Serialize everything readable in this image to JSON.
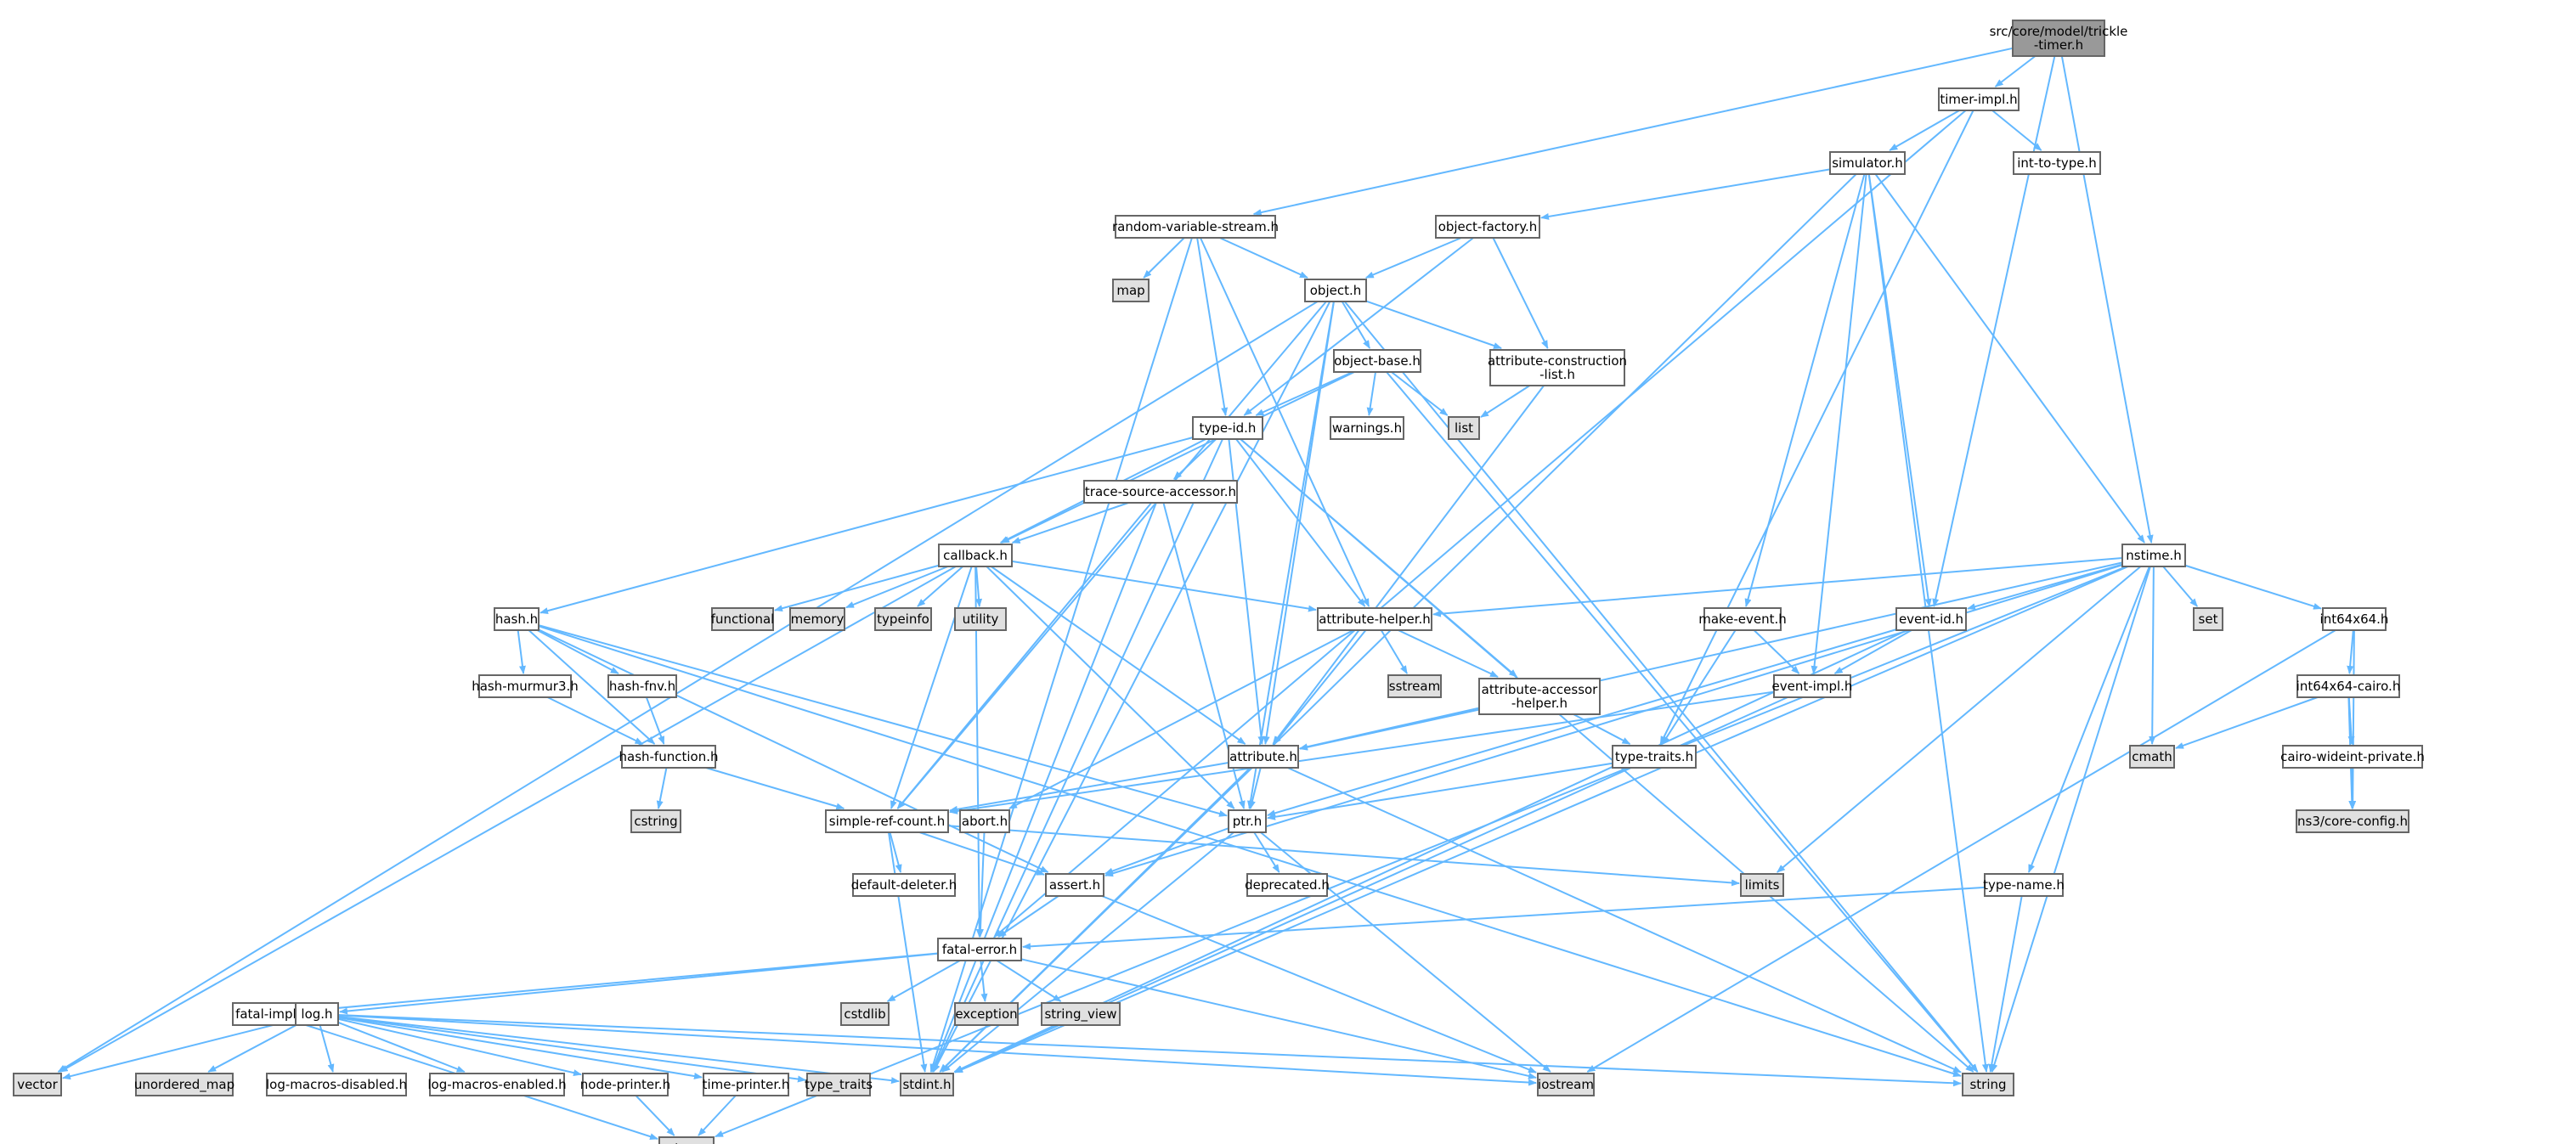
{
  "colors": {
    "edge": "#63b8ff",
    "node_fill": "#ffffff",
    "root_fill": "#999999",
    "system_fill": "#e0e0e0",
    "border": "#666666"
  },
  "nodes": [
    {
      "id": "root",
      "lines": [
        "src/core/model/trickle",
        "-timer.h"
      ],
      "kind": "root"
    },
    {
      "id": "timer_impl",
      "lines": [
        "timer-impl.h"
      ],
      "kind": "file"
    },
    {
      "id": "int_to_type",
      "lines": [
        "int-to-type.h"
      ],
      "kind": "file"
    },
    {
      "id": "simulator",
      "lines": [
        "simulator.h"
      ],
      "kind": "file"
    },
    {
      "id": "rvs",
      "lines": [
        "random-variable-stream.h"
      ],
      "kind": "file"
    },
    {
      "id": "object_factory",
      "lines": [
        "object-factory.h"
      ],
      "kind": "file"
    },
    {
      "id": "map",
      "lines": [
        "map"
      ],
      "kind": "system"
    },
    {
      "id": "object",
      "lines": [
        "object.h"
      ],
      "kind": "file"
    },
    {
      "id": "object_base",
      "lines": [
        "object-base.h"
      ],
      "kind": "file"
    },
    {
      "id": "acl",
      "lines": [
        "attribute-construction",
        "-list.h"
      ],
      "kind": "file"
    },
    {
      "id": "list",
      "lines": [
        "list"
      ],
      "kind": "system"
    },
    {
      "id": "warnings",
      "lines": [
        "warnings.h"
      ],
      "kind": "file"
    },
    {
      "id": "type_id",
      "lines": [
        "type-id.h"
      ],
      "kind": "file"
    },
    {
      "id": "tsa",
      "lines": [
        "trace-source-accessor.h"
      ],
      "kind": "file"
    },
    {
      "id": "callback",
      "lines": [
        "callback.h"
      ],
      "kind": "file"
    },
    {
      "id": "hash",
      "lines": [
        "hash.h"
      ],
      "kind": "file"
    },
    {
      "id": "functional",
      "lines": [
        "functional"
      ],
      "kind": "system"
    },
    {
      "id": "memory",
      "lines": [
        "memory"
      ],
      "kind": "system"
    },
    {
      "id": "typeinfo",
      "lines": [
        "typeinfo"
      ],
      "kind": "system"
    },
    {
      "id": "utility",
      "lines": [
        "utility"
      ],
      "kind": "system"
    },
    {
      "id": "attr_helper",
      "lines": [
        "attribute-helper.h"
      ],
      "kind": "file"
    },
    {
      "id": "sstream",
      "lines": [
        "sstream"
      ],
      "kind": "system"
    },
    {
      "id": "aah",
      "lines": [
        "attribute-accessor",
        "-helper.h"
      ],
      "kind": "file"
    },
    {
      "id": "nstime",
      "lines": [
        "nstime.h"
      ],
      "kind": "file"
    },
    {
      "id": "make_event",
      "lines": [
        "make-event.h"
      ],
      "kind": "file"
    },
    {
      "id": "event_id",
      "lines": [
        "event-id.h"
      ],
      "kind": "file"
    },
    {
      "id": "set",
      "lines": [
        "set"
      ],
      "kind": "system"
    },
    {
      "id": "int64x64",
      "lines": [
        "int64x64.h"
      ],
      "kind": "file"
    },
    {
      "id": "event_impl",
      "lines": [
        "event-impl.h"
      ],
      "kind": "file"
    },
    {
      "id": "int64x64_cairo",
      "lines": [
        "int64x64-cairo.h"
      ],
      "kind": "file"
    },
    {
      "id": "hash_murmur3",
      "lines": [
        "hash-murmur3.h"
      ],
      "kind": "file"
    },
    {
      "id": "hash_fnv",
      "lines": [
        "hash-fnv.h"
      ],
      "kind": "file"
    },
    {
      "id": "hash_function",
      "lines": [
        "hash-function.h"
      ],
      "kind": "file"
    },
    {
      "id": "cstring",
      "lines": [
        "cstring"
      ],
      "kind": "system"
    },
    {
      "id": "attribute",
      "lines": [
        "attribute.h"
      ],
      "kind": "file"
    },
    {
      "id": "type_traits_h",
      "lines": [
        "type-traits.h"
      ],
      "kind": "file"
    },
    {
      "id": "cmath",
      "lines": [
        "cmath"
      ],
      "kind": "system"
    },
    {
      "id": "cairo_wpriv",
      "lines": [
        "cairo-wideint-private.h"
      ],
      "kind": "file"
    },
    {
      "id": "ns3_config",
      "lines": [
        "ns3/core-config.h"
      ],
      "kind": "system"
    },
    {
      "id": "src",
      "lines": [
        "simple-ref-count.h"
      ],
      "kind": "file"
    },
    {
      "id": "abort",
      "lines": [
        "abort.h"
      ],
      "kind": "file"
    },
    {
      "id": "ptr",
      "lines": [
        "ptr.h"
      ],
      "kind": "file"
    },
    {
      "id": "limits",
      "lines": [
        "limits"
      ],
      "kind": "system"
    },
    {
      "id": "default_deleter",
      "lines": [
        "default-deleter.h"
      ],
      "kind": "file"
    },
    {
      "id": "assert",
      "lines": [
        "assert.h"
      ],
      "kind": "file"
    },
    {
      "id": "deprecated",
      "lines": [
        "deprecated.h"
      ],
      "kind": "file"
    },
    {
      "id": "type_name",
      "lines": [
        "type-name.h"
      ],
      "kind": "file"
    },
    {
      "id": "fatal_error",
      "lines": [
        "fatal-error.h"
      ],
      "kind": "file"
    },
    {
      "id": "fatal_impl",
      "lines": [
        "fatal-impl.h"
      ],
      "kind": "file"
    },
    {
      "id": "log",
      "lines": [
        "log.h"
      ],
      "kind": "file"
    },
    {
      "id": "cstdlib",
      "lines": [
        "cstdlib"
      ],
      "kind": "system"
    },
    {
      "id": "exception",
      "lines": [
        "exception"
      ],
      "kind": "system"
    },
    {
      "id": "string_view",
      "lines": [
        "string_view"
      ],
      "kind": "system"
    },
    {
      "id": "vector",
      "lines": [
        "vector"
      ],
      "kind": "system"
    },
    {
      "id": "unordered_map",
      "lines": [
        "unordered_map"
      ],
      "kind": "system"
    },
    {
      "id": "log_md",
      "lines": [
        "log-macros-disabled.h"
      ],
      "kind": "file"
    },
    {
      "id": "log_me",
      "lines": [
        "log-macros-enabled.h"
      ],
      "kind": "file"
    },
    {
      "id": "node_printer",
      "lines": [
        "node-printer.h"
      ],
      "kind": "file"
    },
    {
      "id": "time_printer",
      "lines": [
        "time-printer.h"
      ],
      "kind": "file"
    },
    {
      "id": "type_traits",
      "lines": [
        "type_traits"
      ],
      "kind": "system"
    },
    {
      "id": "stdint",
      "lines": [
        "stdint.h"
      ],
      "kind": "system"
    },
    {
      "id": "iostream",
      "lines": [
        "iostream"
      ],
      "kind": "system"
    },
    {
      "id": "string",
      "lines": [
        "string"
      ],
      "kind": "system"
    },
    {
      "id": "ostream",
      "lines": [
        "ostream"
      ],
      "kind": "system"
    }
  ],
  "edges": [
    [
      "root",
      "timer_impl"
    ],
    [
      "root",
      "rvs"
    ],
    [
      "root",
      "event_id"
    ],
    [
      "root",
      "nstime"
    ],
    [
      "timer_impl",
      "simulator"
    ],
    [
      "timer_impl",
      "int_to_type"
    ],
    [
      "timer_impl",
      "type_traits_h"
    ],
    [
      "timer_impl",
      "fatal_error"
    ],
    [
      "simulator",
      "object_factory"
    ],
    [
      "simulator",
      "make_event"
    ],
    [
      "simulator",
      "event_id"
    ],
    [
      "simulator",
      "event_impl"
    ],
    [
      "simulator",
      "nstime"
    ],
    [
      "simulator",
      "string"
    ],
    [
      "simulator",
      "stdint"
    ],
    [
      "rvs",
      "map"
    ],
    [
      "rvs",
      "object"
    ],
    [
      "rvs",
      "type_id"
    ],
    [
      "rvs",
      "attr_helper"
    ],
    [
      "rvs",
      "stdint"
    ],
    [
      "object_factory",
      "object"
    ],
    [
      "object_factory",
      "acl"
    ],
    [
      "object_factory",
      "type_id"
    ],
    [
      "object",
      "object_base"
    ],
    [
      "object",
      "acl"
    ],
    [
      "object",
      "attribute"
    ],
    [
      "object",
      "ptr"
    ],
    [
      "object",
      "src"
    ],
    [
      "object",
      "string"
    ],
    [
      "object",
      "vector"
    ],
    [
      "object",
      "stdint"
    ],
    [
      "object_base",
      "type_id"
    ],
    [
      "object_base",
      "warnings"
    ],
    [
      "object_base",
      "callback"
    ],
    [
      "object_base",
      "list"
    ],
    [
      "object_base",
      "string"
    ],
    [
      "acl",
      "list"
    ],
    [
      "acl",
      "attribute"
    ],
    [
      "type_id",
      "tsa"
    ],
    [
      "type_id",
      "callback"
    ],
    [
      "type_id",
      "hash"
    ],
    [
      "type_id",
      "attr_helper"
    ],
    [
      "type_id",
      "aah"
    ],
    [
      "type_id",
      "attribute"
    ],
    [
      "type_id",
      "string"
    ],
    [
      "type_id",
      "stdint"
    ],
    [
      "tsa",
      "callback"
    ],
    [
      "tsa",
      "ptr"
    ],
    [
      "tsa",
      "src"
    ],
    [
      "tsa",
      "stdint"
    ],
    [
      "callback",
      "functional"
    ],
    [
      "callback",
      "memory"
    ],
    [
      "callback",
      "typeinfo"
    ],
    [
      "callback",
      "utility"
    ],
    [
      "callback",
      "attr_helper"
    ],
    [
      "callback",
      "attribute"
    ],
    [
      "callback",
      "ptr"
    ],
    [
      "callback",
      "src"
    ],
    [
      "callback",
      "fatal_error"
    ],
    [
      "callback",
      "vector"
    ],
    [
      "hash",
      "hash_murmur3"
    ],
    [
      "hash",
      "hash_fnv"
    ],
    [
      "hash",
      "hash_function"
    ],
    [
      "hash",
      "assert"
    ],
    [
      "hash",
      "ptr"
    ],
    [
      "hash",
      "string"
    ],
    [
      "hash_murmur3",
      "hash_function"
    ],
    [
      "hash_fnv",
      "hash_function"
    ],
    [
      "hash_function",
      "cstring"
    ],
    [
      "hash_function",
      "src"
    ],
    [
      "attr_helper",
      "sstream"
    ],
    [
      "attr_helper",
      "aah"
    ],
    [
      "attr_helper",
      "attribute"
    ],
    [
      "attr_helper",
      "abort"
    ],
    [
      "aah",
      "attribute"
    ],
    [
      "aah",
      "type_traits_h"
    ],
    [
      "nstime",
      "attr_helper"
    ],
    [
      "nstime",
      "event_id"
    ],
    [
      "nstime",
      "set"
    ],
    [
      "nstime",
      "int64x64"
    ],
    [
      "nstime",
      "type_name"
    ],
    [
      "nstime",
      "attribute"
    ],
    [
      "nstime",
      "assert"
    ],
    [
      "nstime",
      "limits"
    ],
    [
      "nstime",
      "cmath"
    ],
    [
      "nstime",
      "string"
    ],
    [
      "nstime",
      "ostream"
    ],
    [
      "nstime",
      "stdint"
    ],
    [
      "make_event",
      "event_impl"
    ],
    [
      "make_event",
      "type_traits_h"
    ],
    [
      "event_id",
      "event_impl"
    ],
    [
      "event_id",
      "ptr"
    ],
    [
      "event_id",
      "stdint"
    ],
    [
      "event_impl",
      "src"
    ],
    [
      "event_impl",
      "stdint"
    ],
    [
      "int64x64",
      "int64x64_cairo"
    ],
    [
      "int64x64",
      "ns3_config"
    ],
    [
      "int64x64",
      "iostream"
    ],
    [
      "int64x64_cairo",
      "cmath"
    ],
    [
      "int64x64_cairo",
      "cairo_wpriv"
    ],
    [
      "int64x64_cairo",
      "ns3_config"
    ],
    [
      "cairo_wpriv",
      "ns3_config"
    ],
    [
      "attribute",
      "ptr"
    ],
    [
      "attribute",
      "src"
    ],
    [
      "attribute",
      "string"
    ],
    [
      "attribute",
      "stdint"
    ],
    [
      "type_traits_h",
      "ptr"
    ],
    [
      "src",
      "default_deleter"
    ],
    [
      "src",
      "assert"
    ],
    [
      "src",
      "limits"
    ],
    [
      "src",
      "stdint"
    ],
    [
      "abort",
      "fatal_error"
    ],
    [
      "ptr",
      "assert"
    ],
    [
      "ptr",
      "deprecated"
    ],
    [
      "ptr",
      "iostream"
    ],
    [
      "ptr",
      "stdint"
    ],
    [
      "assert",
      "fatal_error"
    ],
    [
      "assert",
      "iostream"
    ],
    [
      "type_name",
      "fatal_error"
    ],
    [
      "type_name",
      "string"
    ],
    [
      "fatal_error",
      "fatal_impl"
    ],
    [
      "fatal_error",
      "log"
    ],
    [
      "fatal_error",
      "cstdlib"
    ],
    [
      "fatal_error",
      "exception"
    ],
    [
      "fatal_error",
      "string_view"
    ],
    [
      "fatal_error",
      "iostream"
    ],
    [
      "fatal_impl",
      "ostream"
    ],
    [
      "log",
      "vector"
    ],
    [
      "log",
      "unordered_map"
    ],
    [
      "log",
      "log_md"
    ],
    [
      "log",
      "log_me"
    ],
    [
      "log",
      "node_printer"
    ],
    [
      "log",
      "time_printer"
    ],
    [
      "log",
      "type_traits"
    ],
    [
      "log",
      "stdint"
    ],
    [
      "log",
      "iostream"
    ],
    [
      "log",
      "string"
    ],
    [
      "node_printer",
      "ostream"
    ],
    [
      "time_printer",
      "ostream"
    ]
  ]
}
